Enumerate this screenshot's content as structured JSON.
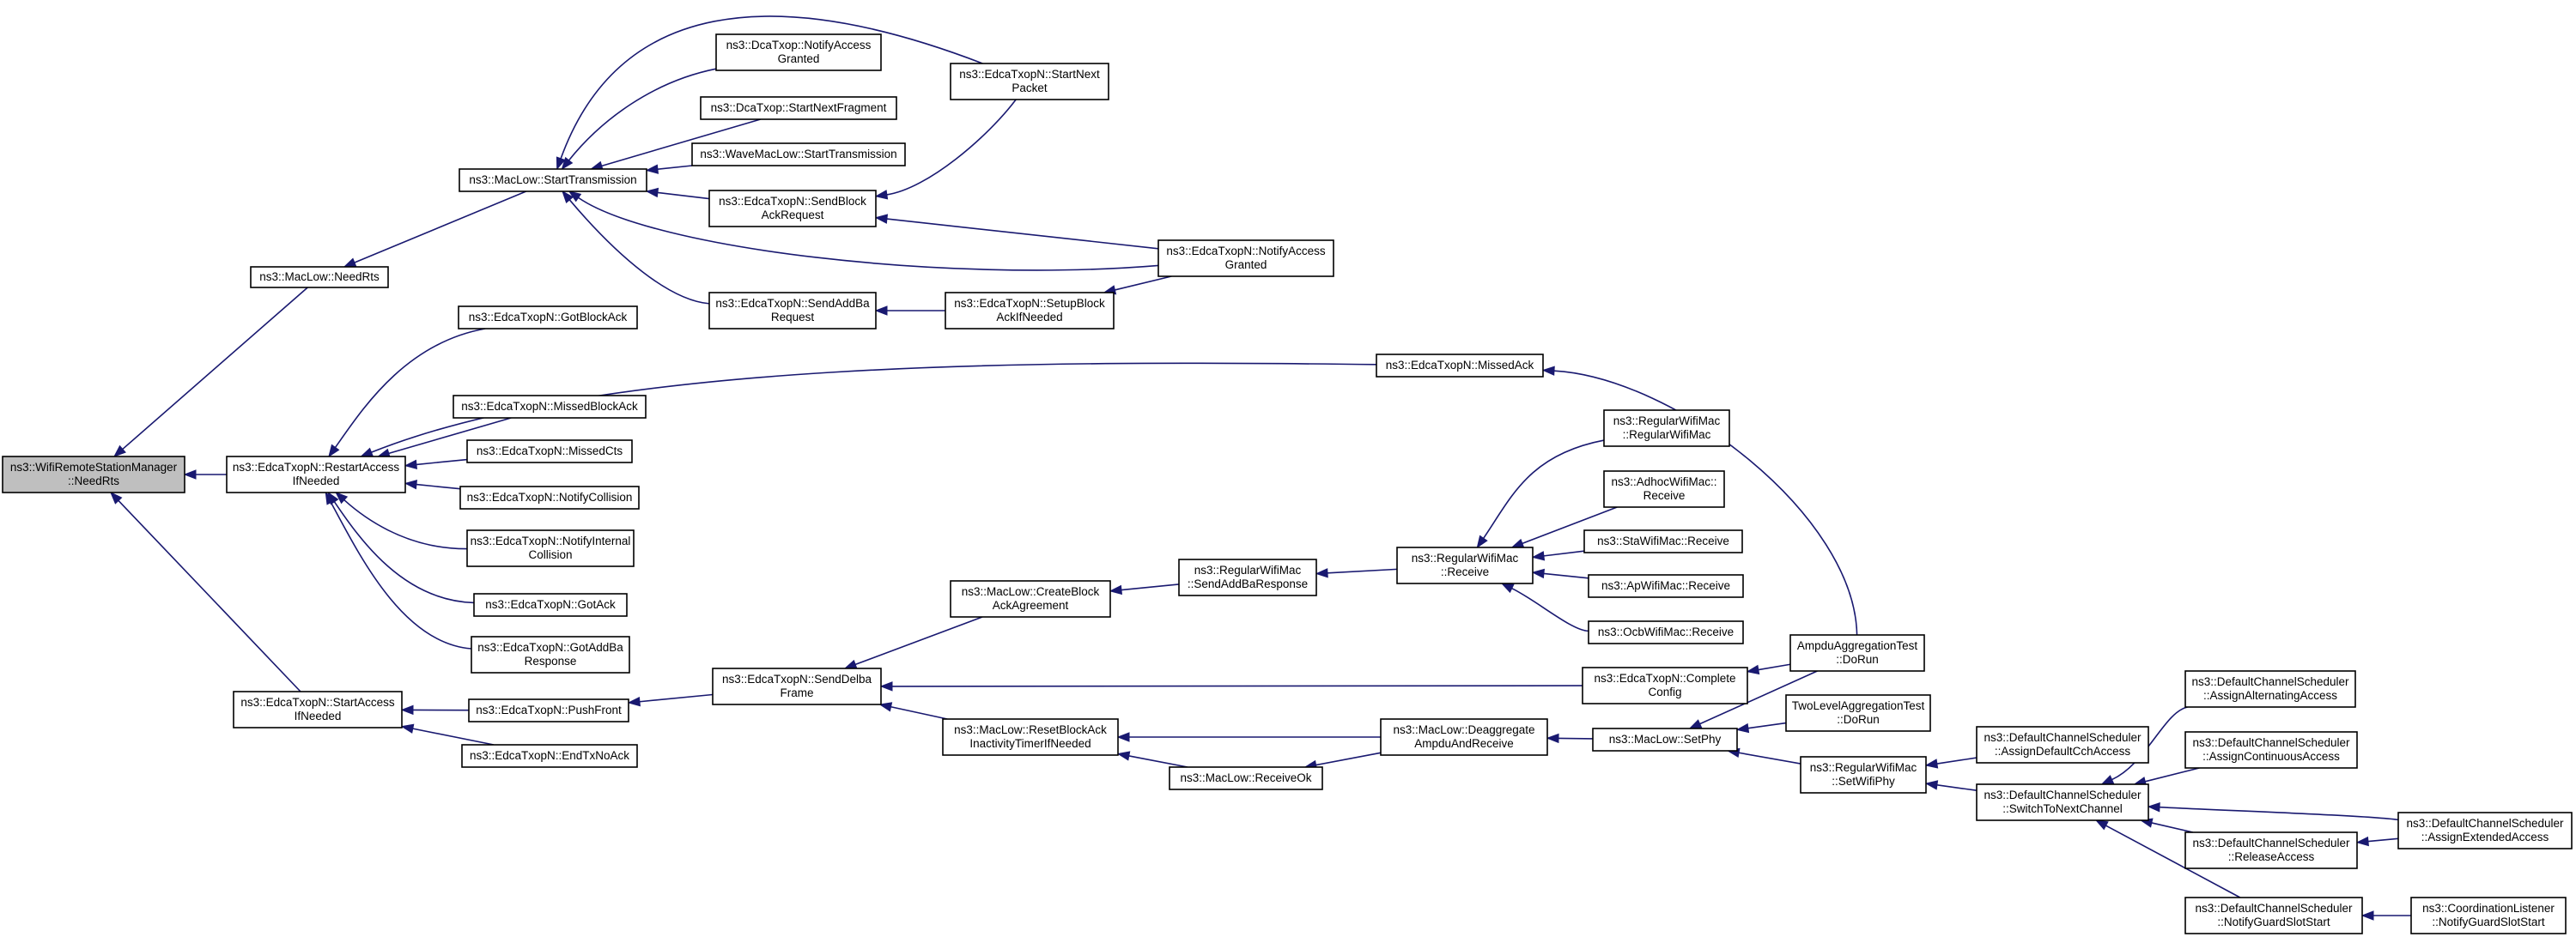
{
  "graph": {
    "nodes": [
      {
        "id": "root",
        "lines": [
          "ns3::WifiRemoteStationManager",
          "::NeedRts"
        ],
        "root": true
      },
      {
        "id": "macNeedRts",
        "lines": [
          "ns3::MacLow::NeedRts"
        ]
      },
      {
        "id": "restart",
        "lines": [
          "ns3::EdcaTxopN::RestartAccess",
          "IfNeeded"
        ]
      },
      {
        "id": "startAccess",
        "lines": [
          "ns3::EdcaTxopN::StartAccess",
          "IfNeeded"
        ]
      },
      {
        "id": "startTx",
        "lines": [
          "ns3::MacLow::StartTransmission"
        ]
      },
      {
        "id": "dcaNotify",
        "lines": [
          "ns3::DcaTxop::NotifyAccess",
          "Granted"
        ]
      },
      {
        "id": "dcaStartNext",
        "lines": [
          "ns3::DcaTxop::StartNextFragment"
        ]
      },
      {
        "id": "waveStart",
        "lines": [
          "ns3::WaveMacLow::StartTransmission"
        ]
      },
      {
        "id": "sendBlockAckReq",
        "lines": [
          "ns3::EdcaTxopN::SendBlock",
          "AckRequest"
        ]
      },
      {
        "id": "sendAddBaReq",
        "lines": [
          "ns3::EdcaTxopN::SendAddBa",
          "Request"
        ]
      },
      {
        "id": "startNextPacket",
        "lines": [
          "ns3::EdcaTxopN::StartNext",
          "Packet"
        ]
      },
      {
        "id": "edcaNotifyAccess",
        "lines": [
          "ns3::EdcaTxopN::NotifyAccess",
          "Granted"
        ]
      },
      {
        "id": "setupBlockAck",
        "lines": [
          "ns3::EdcaTxopN::SetupBlock",
          "AckIfNeeded"
        ]
      },
      {
        "id": "gotBlockAck",
        "lines": [
          "ns3::EdcaTxopN::GotBlockAck"
        ]
      },
      {
        "id": "missedBlockAck",
        "lines": [
          "ns3::EdcaTxopN::MissedBlockAck"
        ]
      },
      {
        "id": "missedCts",
        "lines": [
          "ns3::EdcaTxopN::MissedCts"
        ]
      },
      {
        "id": "notifyCollision",
        "lines": [
          "ns3::EdcaTxopN::NotifyCollision"
        ]
      },
      {
        "id": "notifyInternal",
        "lines": [
          "ns3::EdcaTxopN::NotifyInternal",
          "Collision"
        ]
      },
      {
        "id": "gotAck",
        "lines": [
          "ns3::EdcaTxopN::GotAck"
        ]
      },
      {
        "id": "gotAddBa",
        "lines": [
          "ns3::EdcaTxopN::GotAddBa",
          "Response"
        ]
      },
      {
        "id": "missedAck",
        "lines": [
          "ns3::EdcaTxopN::MissedAck"
        ]
      },
      {
        "id": "pushFront",
        "lines": [
          "ns3::EdcaTxopN::PushFront"
        ]
      },
      {
        "id": "endTxNoAck",
        "lines": [
          "ns3::EdcaTxopN::EndTxNoAck"
        ]
      },
      {
        "id": "sendDelba",
        "lines": [
          "ns3::EdcaTxopN::SendDelba",
          "Frame"
        ]
      },
      {
        "id": "createBlockAck",
        "lines": [
          "ns3::MacLow::CreateBlock",
          "AckAgreement"
        ]
      },
      {
        "id": "resetBlockAck",
        "lines": [
          "ns3::MacLow::ResetBlockAck",
          "InactivityTimerIfNeeded"
        ]
      },
      {
        "id": "sendAddBaResp",
        "lines": [
          "ns3::RegularWifiMac",
          "::SendAddBaResponse"
        ]
      },
      {
        "id": "receiveOk",
        "lines": [
          "ns3::MacLow::ReceiveOk"
        ]
      },
      {
        "id": "deaggregate",
        "lines": [
          "ns3::MacLow::Deaggregate",
          "AmpduAndReceive"
        ]
      },
      {
        "id": "regReceive",
        "lines": [
          "ns3::RegularWifiMac",
          "::Receive"
        ]
      },
      {
        "id": "regCtor",
        "lines": [
          "ns3::RegularWifiMac",
          "::RegularWifiMac"
        ]
      },
      {
        "id": "adhocReceive",
        "lines": [
          "ns3::AdhocWifiMac::",
          "Receive"
        ]
      },
      {
        "id": "staReceive",
        "lines": [
          "ns3::StaWifiMac::Receive"
        ]
      },
      {
        "id": "apReceive",
        "lines": [
          "ns3::ApWifiMac::Receive"
        ]
      },
      {
        "id": "ocbReceive",
        "lines": [
          "ns3::OcbWifiMac::Receive"
        ]
      },
      {
        "id": "completeConfig",
        "lines": [
          "ns3::EdcaTxopN::Complete",
          "Config"
        ]
      },
      {
        "id": "setPhy",
        "lines": [
          "ns3::MacLow::SetPhy"
        ]
      },
      {
        "id": "ampduTest",
        "lines": [
          "AmpduAggregationTest",
          "::DoRun"
        ]
      },
      {
        "id": "twoLevelTest",
        "lines": [
          "TwoLevelAggregationTest",
          "::DoRun"
        ]
      },
      {
        "id": "setWifiPhy",
        "lines": [
          "ns3::RegularWifiMac",
          "::SetWifiPhy"
        ]
      },
      {
        "id": "assignDefaultCch",
        "lines": [
          "ns3::DefaultChannelScheduler",
          "::AssignDefaultCchAccess"
        ]
      },
      {
        "id": "switchToNext",
        "lines": [
          "ns3::DefaultChannelScheduler",
          "::SwitchToNextChannel"
        ]
      },
      {
        "id": "assignAlternating",
        "lines": [
          "ns3::DefaultChannelScheduler",
          "::AssignAlternatingAccess"
        ]
      },
      {
        "id": "assignContinuous",
        "lines": [
          "ns3::DefaultChannelScheduler",
          "::AssignContinuousAccess"
        ]
      },
      {
        "id": "releaseAccess",
        "lines": [
          "ns3::DefaultChannelScheduler",
          "::ReleaseAccess"
        ]
      },
      {
        "id": "assignExtended",
        "lines": [
          "ns3::DefaultChannelScheduler",
          "::AssignExtendedAccess"
        ]
      },
      {
        "id": "notifyGuardSlot",
        "lines": [
          "ns3::DefaultChannelScheduler",
          "::NotifyGuardSlotStart"
        ]
      },
      {
        "id": "coordNotify",
        "lines": [
          "ns3::CoordinationListener",
          "::NotifyGuardSlotStart"
        ]
      }
    ],
    "edges": [
      {
        "from": "macNeedRts",
        "to": "root"
      },
      {
        "from": "restart",
        "to": "root"
      },
      {
        "from": "startAccess",
        "to": "root"
      },
      {
        "from": "startTx",
        "to": "macNeedRts"
      },
      {
        "from": "dcaNotify",
        "to": "startTx"
      },
      {
        "from": "dcaStartNext",
        "to": "startTx"
      },
      {
        "from": "waveStart",
        "to": "startTx"
      },
      {
        "from": "sendBlockAckReq",
        "to": "startTx"
      },
      {
        "from": "sendAddBaReq",
        "to": "startTx"
      },
      {
        "from": "startNextPacket",
        "to": "startTx"
      },
      {
        "from": "edcaNotifyAccess",
        "to": "startTx"
      },
      {
        "from": "startNextPacket",
        "to": "sendBlockAckReq"
      },
      {
        "from": "edcaNotifyAccess",
        "to": "sendBlockAckReq"
      },
      {
        "from": "setupBlockAck",
        "to": "sendAddBaReq"
      },
      {
        "from": "edcaNotifyAccess",
        "to": "setupBlockAck"
      },
      {
        "from": "gotBlockAck",
        "to": "restart"
      },
      {
        "from": "missedBlockAck",
        "to": "restart"
      },
      {
        "from": "missedCts",
        "to": "restart"
      },
      {
        "from": "notifyCollision",
        "to": "restart"
      },
      {
        "from": "notifyInternal",
        "to": "restart"
      },
      {
        "from": "gotAck",
        "to": "restart"
      },
      {
        "from": "gotAddBa",
        "to": "restart"
      },
      {
        "from": "missedAck",
        "to": "restart"
      },
      {
        "from": "ampduTest",
        "to": "missedAck"
      },
      {
        "from": "pushFront",
        "to": "startAccess"
      },
      {
        "from": "endTxNoAck",
        "to": "startAccess"
      },
      {
        "from": "sendDelba",
        "to": "pushFront"
      },
      {
        "from": "createBlockAck",
        "to": "sendDelba"
      },
      {
        "from": "resetBlockAck",
        "to": "sendDelba"
      },
      {
        "from": "completeConfig",
        "to": "sendDelba"
      },
      {
        "from": "sendAddBaResp",
        "to": "createBlockAck"
      },
      {
        "from": "regReceive",
        "to": "sendAddBaResp"
      },
      {
        "from": "regCtor",
        "to": "regReceive"
      },
      {
        "from": "adhocReceive",
        "to": "regReceive"
      },
      {
        "from": "staReceive",
        "to": "regReceive"
      },
      {
        "from": "apReceive",
        "to": "regReceive"
      },
      {
        "from": "ocbReceive",
        "to": "regReceive"
      },
      {
        "from": "deaggregate",
        "to": "resetBlockAck"
      },
      {
        "from": "receiveOk",
        "to": "resetBlockAck"
      },
      {
        "from": "deaggregate",
        "to": "receiveOk"
      },
      {
        "from": "setPhy",
        "to": "deaggregate"
      },
      {
        "from": "ampduTest",
        "to": "completeConfig"
      },
      {
        "from": "ampduTest",
        "to": "setPhy"
      },
      {
        "from": "twoLevelTest",
        "to": "setPhy"
      },
      {
        "from": "setWifiPhy",
        "to": "setPhy"
      },
      {
        "from": "assignDefaultCch",
        "to": "setWifiPhy"
      },
      {
        "from": "switchToNext",
        "to": "setWifiPhy"
      },
      {
        "from": "assignAlternating",
        "to": "switchToNext"
      },
      {
        "from": "assignContinuous",
        "to": "switchToNext"
      },
      {
        "from": "releaseAccess",
        "to": "switchToNext"
      },
      {
        "from": "assignExtended",
        "to": "switchToNext"
      },
      {
        "from": "notifyGuardSlot",
        "to": "switchToNext"
      },
      {
        "from": "assignExtended",
        "to": "releaseAccess"
      },
      {
        "from": "coordNotify",
        "to": "notifyGuardSlot"
      }
    ]
  }
}
